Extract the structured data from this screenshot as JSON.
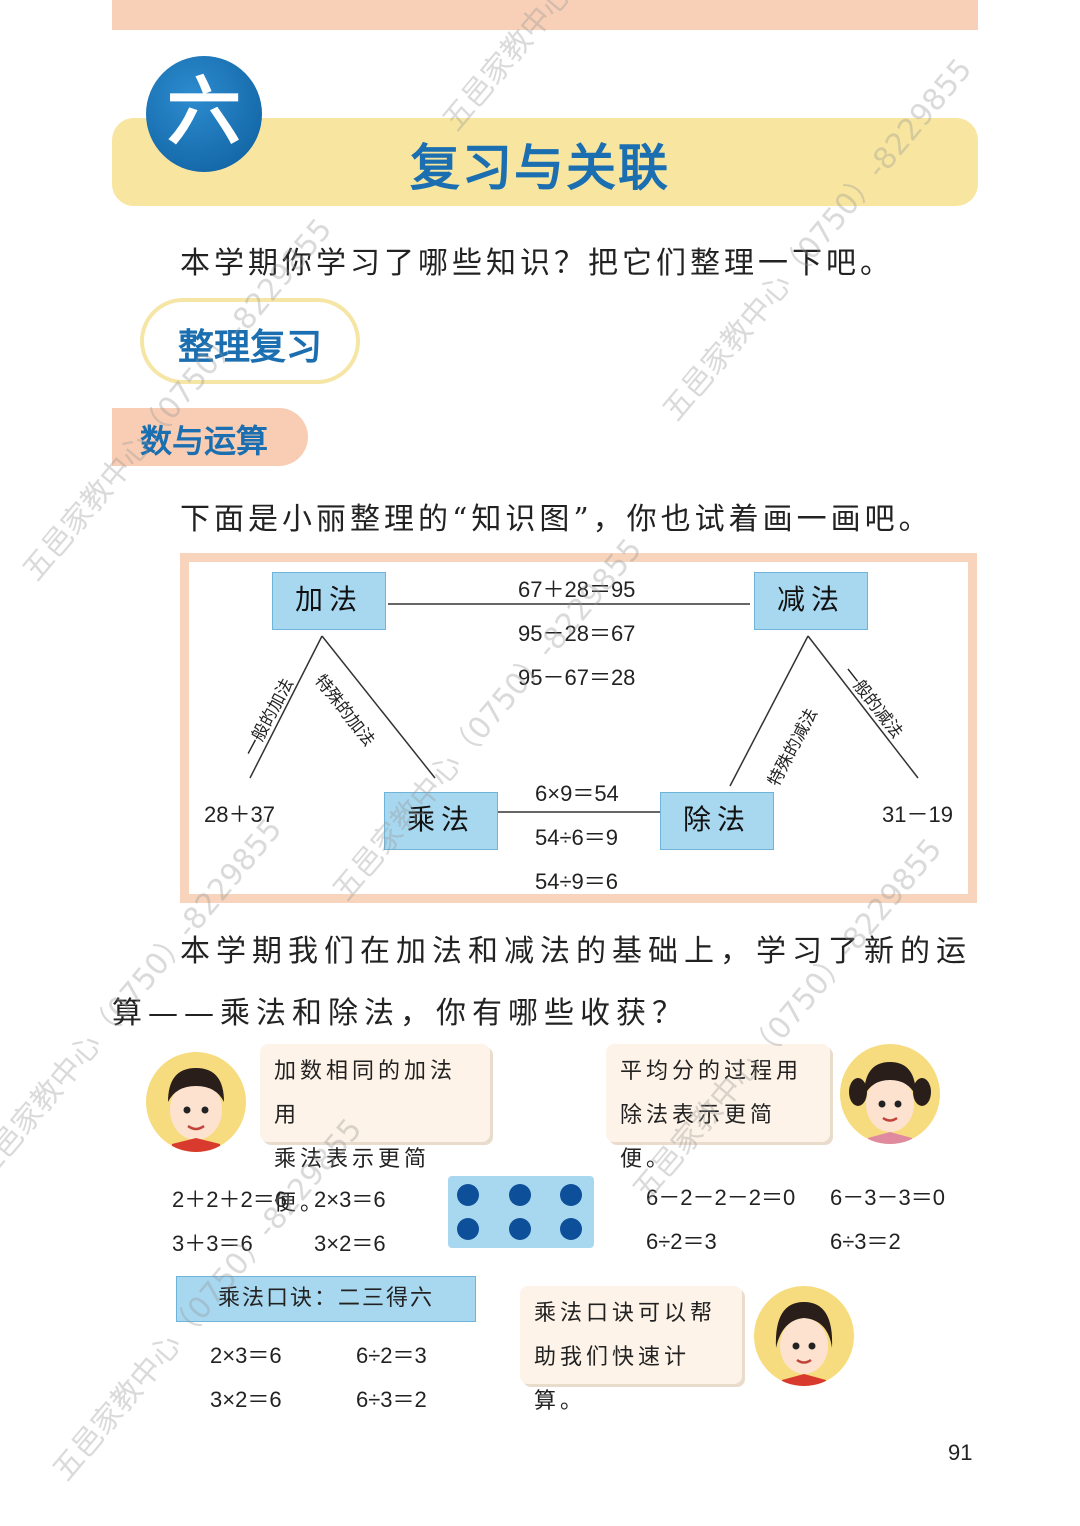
{
  "chapter": {
    "number": "六",
    "title": "复习与关联"
  },
  "intro": "本学期你学习了哪些知识？把它们整理一下吧。",
  "section_title": "整理复习",
  "topic_tag": "数与运算",
  "lead": "下面是小丽整理的“知识图”，你也试着画一画吧。",
  "diagram": {
    "add": "加法",
    "sub": "减法",
    "mul": "乘法",
    "div": "除法",
    "add_sub_eqs": [
      "67＋28＝95",
      "95－28＝67",
      "95－67＝28"
    ],
    "mul_div_eqs": [
      "6×9＝54",
      "54÷6＝9",
      "54÷9＝6"
    ],
    "add_general": "一般的加法",
    "add_special": "特殊的加法",
    "sub_special": "特殊的减法",
    "sub_general": "一般的减法",
    "add_example": "28＋37",
    "sub_example": "31－19"
  },
  "para2_line1": "本学期我们在加法和减法的基础上，学习了新的运",
  "para2_line2": "算——乘法和除法，你有哪些收获？",
  "boy_bubble": [
    "加数相同的加法用",
    "乘法表示更简便。"
  ],
  "girl_bubble": [
    "平均分的过程用",
    "除法表示更简便。"
  ],
  "mul_eqs": [
    "2＋2＋2＝6",
    "2×3＝6",
    "3＋3＝6",
    "3×2＝6"
  ],
  "div_eqs": [
    "6－2－2－2＝0",
    "6－3－3＝0",
    "6÷2＝3",
    "6÷3＝2"
  ],
  "multiplication_tip": "乘法口诀：二三得六",
  "tip_eqs": [
    "2×3＝6",
    "6÷2＝3",
    "3×2＝6",
    "6÷3＝2"
  ],
  "girl2_bubble": [
    "乘法口诀可以帮",
    "助我们快速计算。"
  ],
  "watermark": "五邑家教中心（0750）-8229855",
  "page_number": "91",
  "colors": {
    "title_blue": "#1b6fb0",
    "box_blue": "#a8d8f0",
    "band_yellow": "#f8e6a0",
    "band_peach": "#f8d0b8"
  }
}
